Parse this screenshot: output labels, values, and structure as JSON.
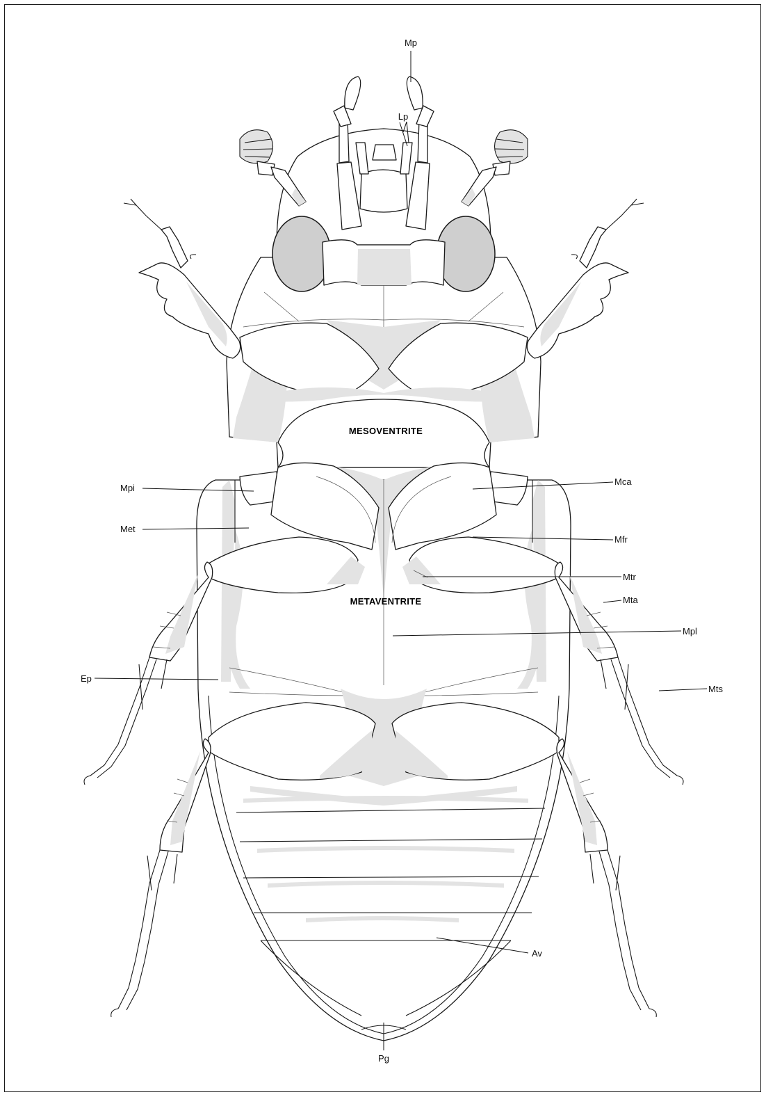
{
  "colors": {
    "outline": "#1a1a1a",
    "shade": "#e3e3e3",
    "eye": "#cfcfcf",
    "background": "#ffffff"
  },
  "regions": {
    "mesoventrite": "MESOVENTRITE",
    "metaventrite": "METAVENTRITE"
  },
  "labels": {
    "mp": "Mp",
    "lp": "Lp",
    "mpi": "Mpi",
    "mca": "Mca",
    "met": "Met",
    "mfr": "Mfr",
    "mtr": "Mtr",
    "mta": "Mta",
    "mpl": "Mpl",
    "ep": "Ep",
    "mts": "Mts",
    "av": "Av",
    "pg": "Pg"
  }
}
